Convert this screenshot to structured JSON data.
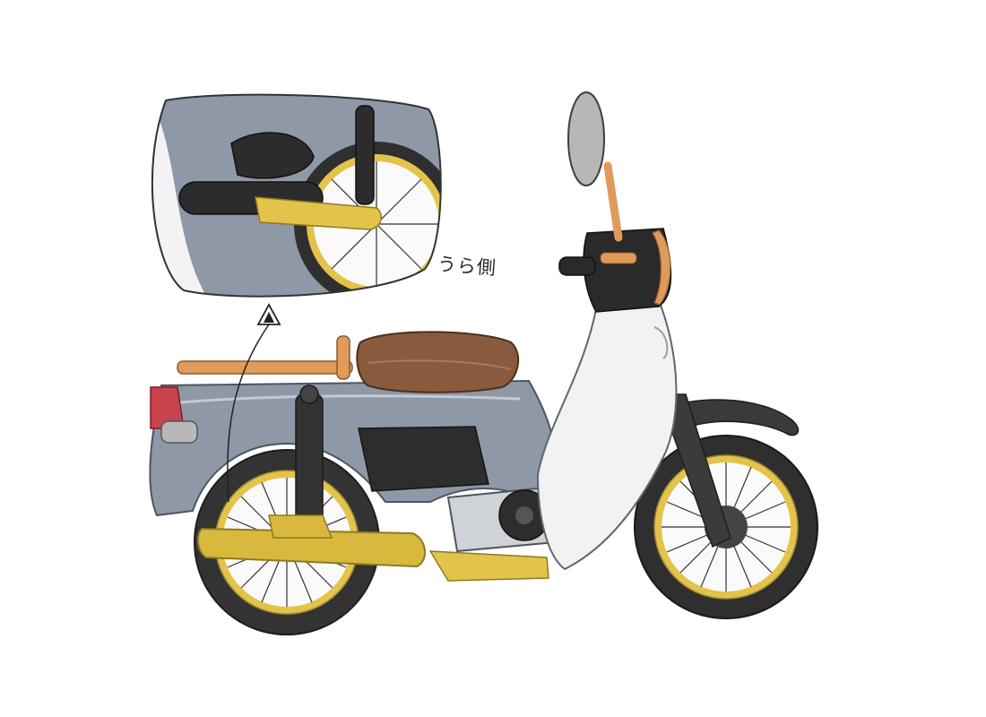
{
  "illustration": {
    "subject": "scooter",
    "callout_note": "うら側",
    "colors": {
      "body_gray": "#8e98a6",
      "rim_yellow": "#e3c34a",
      "exhaust_yellow": "#d8b93d",
      "seat_brown": "#8a5a3c",
      "accent_orange": "#e09a5a",
      "leg_shield_white": "#f1f2f3",
      "tire_black": "#2b2b2b",
      "tail_light_red": "#c8434b",
      "mirror_gray": "#b7b7b7"
    },
    "icons": {
      "callout": "magnify-callout-bubble",
      "pin": "callout-pin-icon"
    }
  }
}
